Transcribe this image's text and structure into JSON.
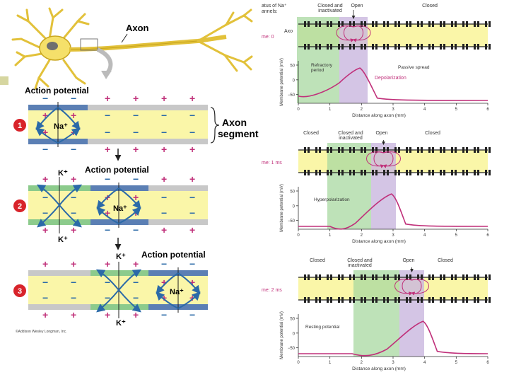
{
  "left": {
    "neuron": {
      "axon_label": "Axon"
    },
    "action_potential_title": "Action potential",
    "axon_segment_label": "Axon segment",
    "axon_segment_line1": "Axon",
    "axon_segment_line2": "segment",
    "steps": [
      {
        "number": "1",
        "ion_na": "Na⁺"
      },
      {
        "number": "2",
        "ion_na": "Na⁺",
        "ion_k_top": "K⁺",
        "ion_k_bottom": "K⁺",
        "ap_label": "Action potential"
      },
      {
        "number": "3",
        "ion_na": "Na⁺",
        "ion_k_top": "K⁺",
        "ion_k_bottom": "K⁺",
        "ap_label": "Action potential"
      }
    ],
    "copyright": "©Addison Wesley Longman, Inc."
  },
  "right": {
    "header_status": "atus of Na⁺\nannels:",
    "panels": [
      {
        "time_label": "me: 0",
        "axon_label": "Axo",
        "channel_states": [
          "Closed and inactivated",
          "Open",
          "Closed"
        ],
        "annotations": [
          "Refractory period",
          "Depolarization",
          "Passive spread"
        ],
        "ylabel": "Membrane potential (mV)",
        "xlabel": "Distance along axon (mm)"
      },
      {
        "time_label": "me: 1 ms",
        "channel_states": [
          "Closed",
          "Closed and inactivated",
          "Open",
          "Closed"
        ],
        "annotations": [
          "Hyperpolarization"
        ],
        "ylabel": "Membrane potential (mV)",
        "xlabel": "Distance along axon (mm)"
      },
      {
        "time_label": "me: 2 ms",
        "channel_states": [
          "Closed",
          "Closed and inactivated",
          "Open",
          "Closed"
        ],
        "annotations": [
          "Resting potential"
        ],
        "ylabel": "Membrane potential (mV)",
        "xlabel": "Distance along axon (mm)"
      }
    ],
    "x_ticks": [
      "0",
      "1",
      "2",
      "3",
      "4",
      "5",
      "6"
    ],
    "y_ticks": [
      "50",
      "0",
      "−50"
    ]
  },
  "colors": {
    "yellow": "#FAF6A8",
    "blue": "#5B7FB4",
    "green": "#8CCB8C",
    "grey": "#C8C8C8",
    "magenta": "#C0307A",
    "purple": "#C9B7DE",
    "greenshade": "#A8D8A0"
  }
}
